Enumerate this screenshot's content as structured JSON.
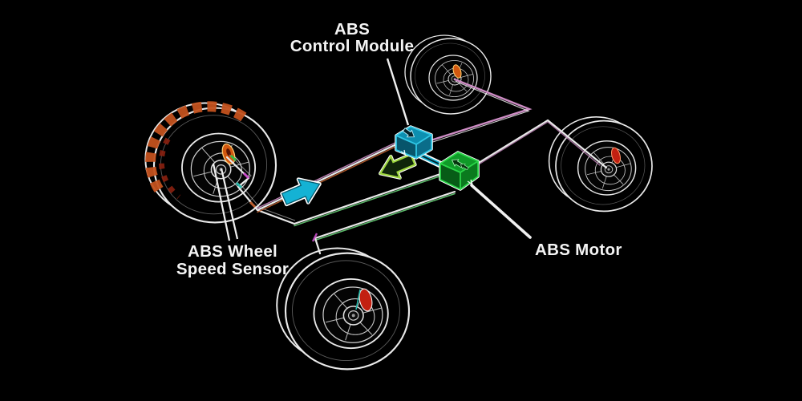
{
  "diagram": {
    "labels": {
      "control_module_line1": "ABS",
      "control_module_line2": "Control Module",
      "sensor_line1": "ABS Wheel",
      "sensor_line2": "Speed Sensor",
      "motor": "ABS Motor"
    },
    "colors": {
      "background": "#000000",
      "text": "#f4f4f4",
      "line-white": "#e9e9e9",
      "line-pink": "#cd8cc4",
      "line-green": "#5cb96a",
      "line-orange": "#bc5e2e",
      "tick-magenta": "#c94fc9",
      "tick-teal": "#27b9ab",
      "tick-green": "#35bb44",
      "module-cyan": "#2fc6e4",
      "motor-green": "#2ad648",
      "arrow-cyan": "#14b2d4",
      "arrow-green-edge": "#9ed63e",
      "tread-orange": "#c2511d",
      "tread-red": "#8a2010",
      "caliper-orange": "#d2580f",
      "caliper-red": "#c22011"
    }
  }
}
